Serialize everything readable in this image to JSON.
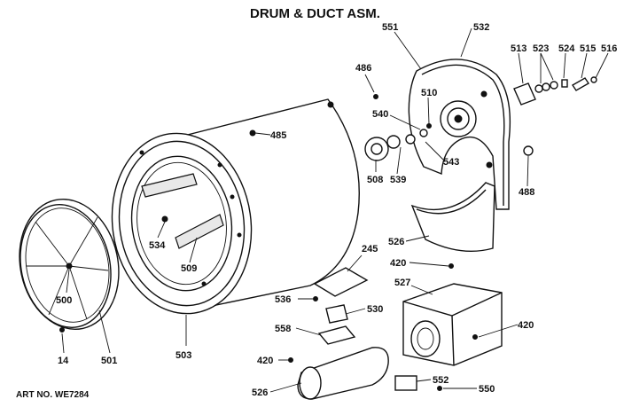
{
  "title": "DRUM & DUCT ASM.",
  "art_number": "ART NO. WE7284",
  "part_labels": [
    "551",
    "532",
    "486",
    "513",
    "523",
    "524",
    "515",
    "516",
    "510",
    "540",
    "485",
    "543",
    "508",
    "539",
    "488",
    "526",
    "534",
    "509",
    "245",
    "420",
    "527",
    "500",
    "536",
    "530",
    "558",
    "420",
    "14",
    "501",
    "503",
    "420",
    "526",
    "552",
    "550"
  ]
}
